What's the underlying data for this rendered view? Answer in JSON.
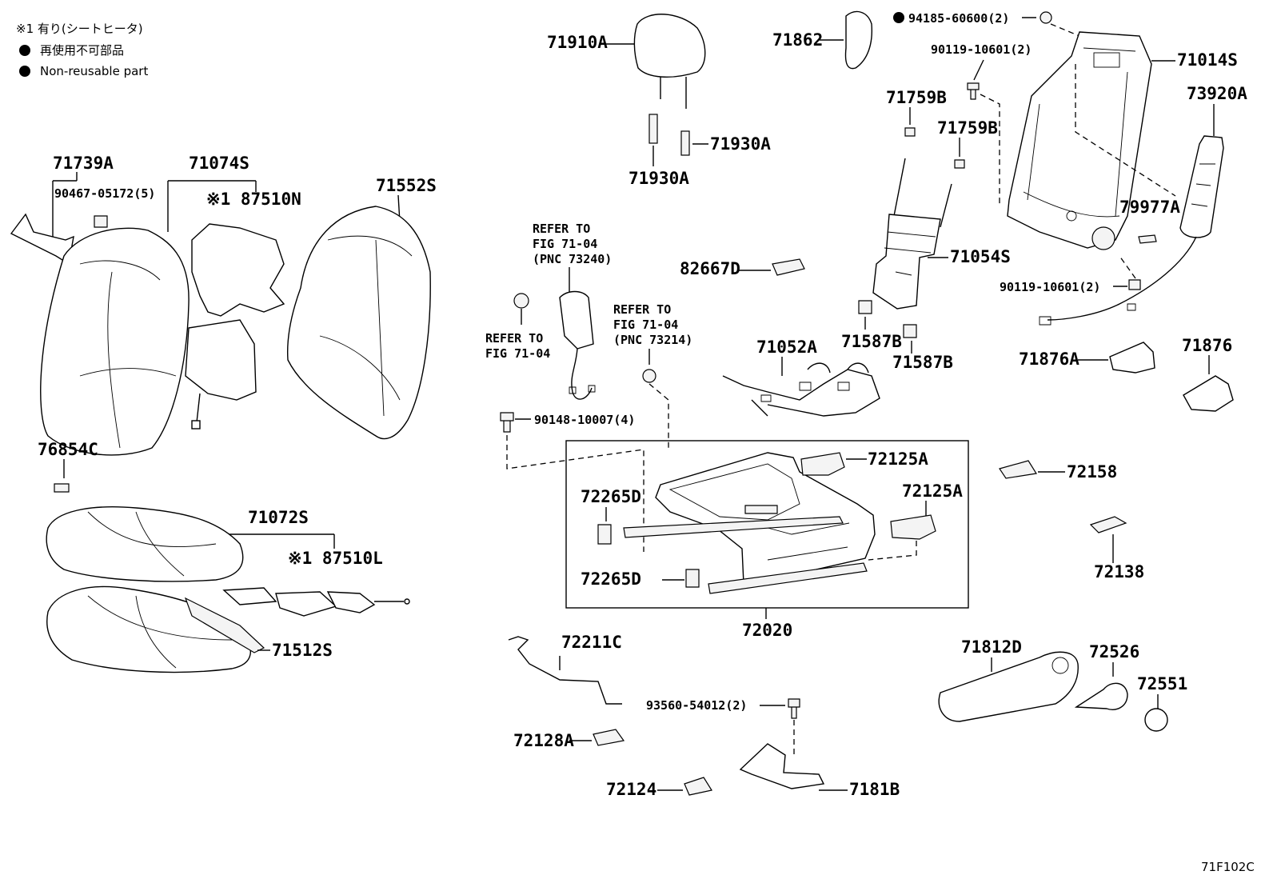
{
  "legend": {
    "line1": "※1 有り(シートヒータ)",
    "line2": "再使用不可部品",
    "line3": "Non-reusable part"
  },
  "labels": {
    "l71910A": "71910A",
    "l71862": "71862",
    "l94185": "94185-60600(2)",
    "l90119a": "90119-10601(2)",
    "l71014S": "71014S",
    "l73920A": "73920A",
    "l71930A_r": "71930A",
    "l71930A_b": "71930A",
    "l71759B_a": "71759B",
    "l71759B_b": "71759B",
    "l71739A": "71739A",
    "l90467": "90467-05172(5)",
    "l71074S": "71074S",
    "l87510N": "※1 87510N",
    "l71552S": "71552S",
    "l79977A": "79977A",
    "l71054S": "71054S",
    "l82667D": "82667D",
    "l90119b": "90119-10601(2)",
    "refer1_a": "REFER TO",
    "refer1_b": "FIG 71-04",
    "refer1_c": "(PNC 73240)",
    "refer2_a": "REFER TO",
    "refer2_b": "FIG 71-04",
    "refer2_c": "(PNC 73214)",
    "refer3_a": "REFER TO",
    "refer3_b": "FIG 71-04",
    "l71052A": "71052A",
    "l71587B_a": "71587B",
    "l71587B_b": "71587B",
    "l71876A": "71876A",
    "l71876": "71876",
    "l90148": "90148-10007(4)",
    "l76854C": "76854C",
    "l72125A_a": "72125A",
    "l72125A_b": "72125A",
    "l72158": "72158",
    "l71072S": "71072S",
    "l87510L": "※1 87510L",
    "l72265D_a": "72265D",
    "l72265D_b": "72265D",
    "l72138": "72138",
    "l71512S": "71512S",
    "l72020": "72020",
    "l72211C": "72211C",
    "l71812D": "71812D",
    "l72526": "72526",
    "l72551": "72551",
    "l93560": "93560-54012(2)",
    "l72128A": "72128A",
    "l72124": "72124",
    "l7181B": "7181B",
    "fig_id": "71F102C"
  }
}
